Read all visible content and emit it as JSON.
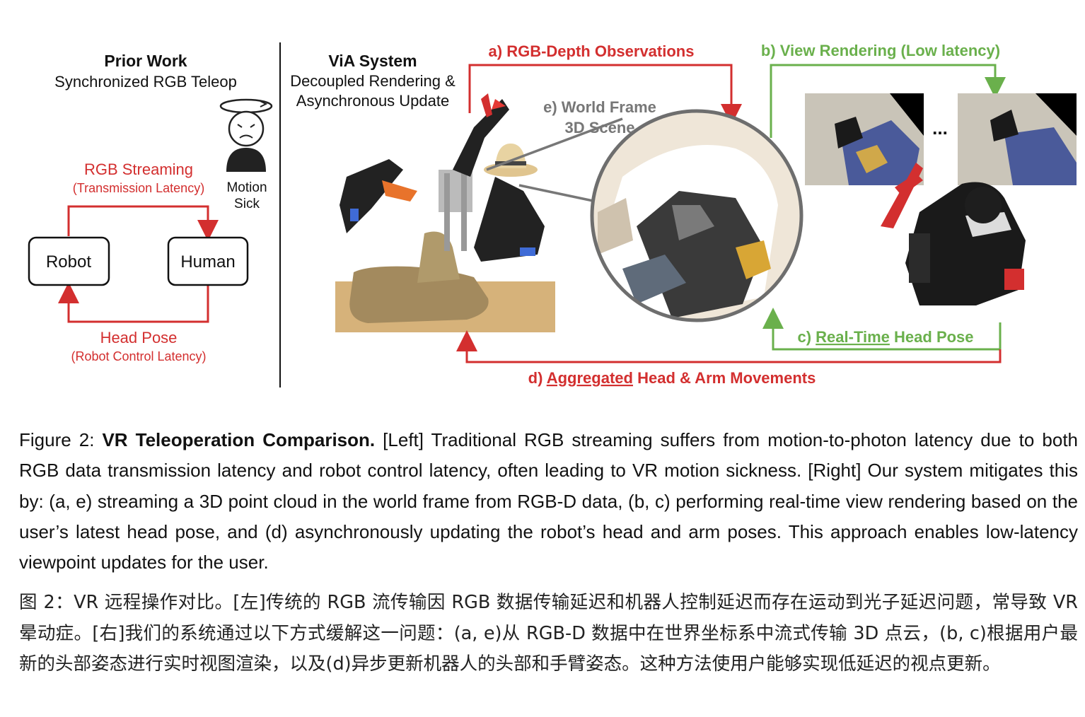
{
  "left_panel": {
    "title": "Prior Work",
    "subtitle": "Synchronized RGB Teleop",
    "stream_label": "RGB Streaming",
    "stream_sub": "(Transmission Latency)",
    "robot": "Robot",
    "human": "Human",
    "pose_label": "Head Pose",
    "pose_sub": "(Robot Control Latency)",
    "sick_line1": "Motion",
    "sick_line2": "Sick"
  },
  "right_panel": {
    "title": "ViA System",
    "subtitle1": "Decoupled Rendering &",
    "subtitle2": "Asynchronous Update",
    "label_a": "a) RGB-Depth Observations",
    "label_b": "b) View Rendering (Low latency)",
    "label_e1": "e) World Frame",
    "label_e2": "3D Scene",
    "label_c_prefix": "c)",
    "label_c_underlined": "Real-Time",
    "label_c_rest": "Head Pose",
    "label_d_prefix": "d)",
    "label_d_underlined": "Aggregated",
    "label_d_rest": "Head & Arm Movements",
    "ellipsis": "..."
  },
  "caption_en": {
    "lead": "Figure 2:",
    "bold": "VR Teleoperation Comparison.",
    "body": "[Left] Traditional RGB streaming suffers from motion-to-photon latency due to both RGB data transmission latency and robot control latency, often leading to VR motion sickness. [Right] Our system mitigates this by: (a, e) streaming a 3D point cloud in the world frame from RGB-D data, (b, c) performing real-time view rendering based on the user’s latest head pose, and (d) asynchronously updating the robot’s head and arm poses. This approach enables low-latency viewpoint updates for the user."
  },
  "caption_zh": "图 2：VR 远程操作对比。[左]传统的 RGB 流传输因 RGB 数据传输延迟和机器人控制延迟而存在运动到光子延迟问题，常导致 VR 晕动症。[右]我们的系统通过以下方式缓解这一问题：(a, e)从 RGB-D 数据中在世界坐标系中流式传输 3D 点云，(b, c)根据用户最新的头部姿态进行实时视图渲染，以及(d)异步更新机器人的头部和手臂姿态。这种方法使用户能够实现低延迟的视点更新。",
  "colors": {
    "red": "#d32f2f",
    "green": "#6ab04c",
    "gray": "#777777",
    "black": "#111111"
  },
  "icons": [
    "dizzy-face-icon",
    "robot-photo",
    "point-cloud-view",
    "rendered-view",
    "vr-user-photo"
  ]
}
